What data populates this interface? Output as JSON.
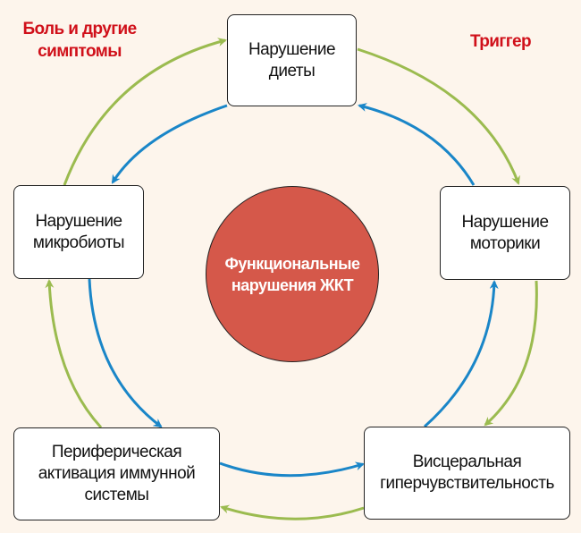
{
  "labels": {
    "pain": "Боль и другие симптомы",
    "trigger": "Триггер"
  },
  "center": "Функциональные нарушения ЖКТ",
  "nodes": {
    "diet": "Нарушение диеты",
    "motility": "Нарушение моторики",
    "visceral": "Висцеральная гиперчувствительность",
    "immune": "Периферическая активация иммунной системы",
    "microbiota": "Нарушение микробиоты"
  },
  "colors": {
    "green": "#9bbb4f",
    "blue": "#1a86c8",
    "center": "#d5584a",
    "label": "#d0101a"
  }
}
